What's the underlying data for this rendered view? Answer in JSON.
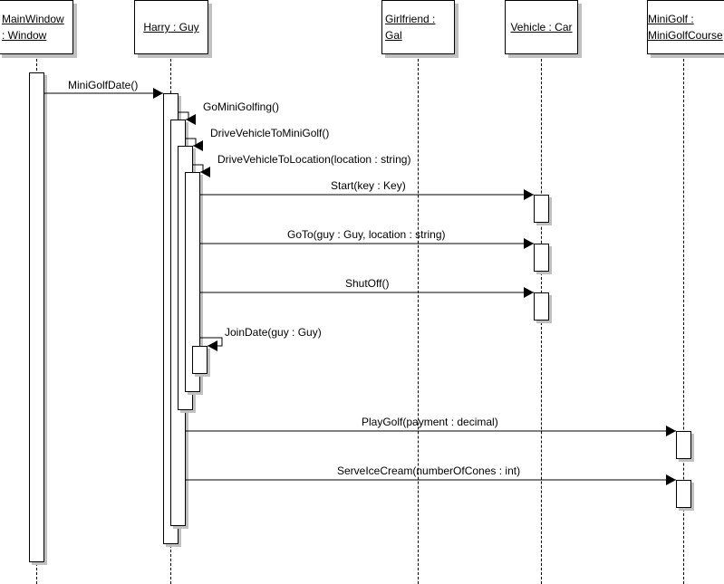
{
  "lifelines": [
    {
      "id": "mainwindow",
      "label": "MainWindow\n: Window"
    },
    {
      "id": "harry",
      "label": "Harry : Guy"
    },
    {
      "id": "girlfriend",
      "label": "Girlfriend :\nGal"
    },
    {
      "id": "vehicle",
      "label": "Vehicle : Car"
    },
    {
      "id": "minigolf",
      "label": "MiniGolf :\nMiniGolfCourse"
    }
  ],
  "messages": [
    {
      "label": "MiniGolfDate()",
      "from": "mainwindow",
      "to": "harry"
    },
    {
      "label": "GoMiniGolfing()",
      "from": "harry",
      "to": "harry"
    },
    {
      "label": "DriveVehicleToMiniGolf()",
      "from": "harry",
      "to": "harry"
    },
    {
      "label": "DriveVehicleToLocation(location : string)",
      "from": "harry",
      "to": "harry"
    },
    {
      "label": "Start(key : Key)",
      "from": "harry",
      "to": "vehicle"
    },
    {
      "label": "GoTo(guy : Guy, location : string)",
      "from": "harry",
      "to": "vehicle"
    },
    {
      "label": "ShutOff()",
      "from": "harry",
      "to": "vehicle"
    },
    {
      "label": "JoinDate(guy : Guy)",
      "from": "harry",
      "to": "harry"
    },
    {
      "label": "PlayGolf(payment : decimal)",
      "from": "harry",
      "to": "minigolf"
    },
    {
      "label": "ServeIceCream(numberOfCones : int)",
      "from": "harry",
      "to": "minigolf"
    }
  ]
}
